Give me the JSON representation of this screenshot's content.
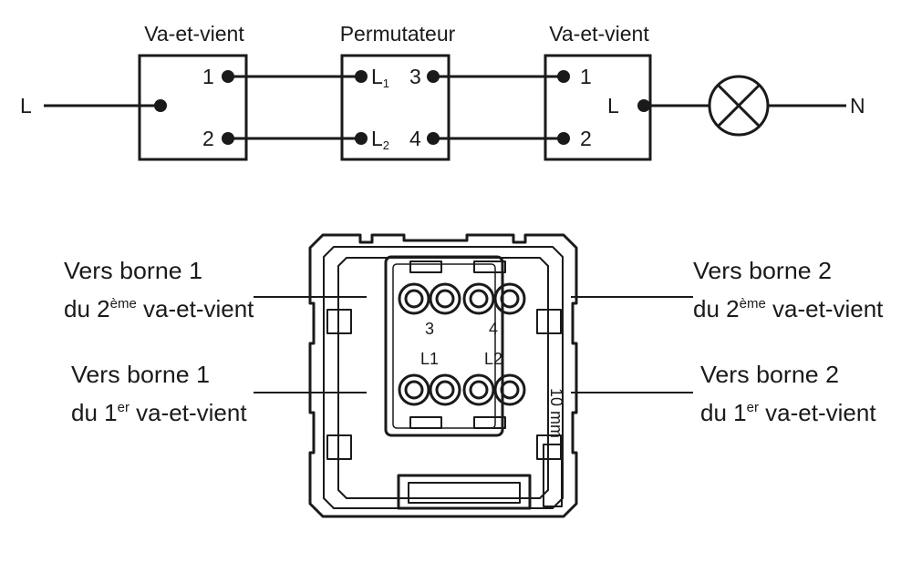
{
  "schematic": {
    "switch1": {
      "title": "Va-et-vient",
      "term1": "1",
      "term2": "2"
    },
    "permutator": {
      "title": "Permutateur",
      "in1_main": "L",
      "in1_sub": "1",
      "in2_main": "L",
      "in2_sub": "2",
      "out3": "3",
      "out4": "4"
    },
    "switch2": {
      "title": "Va-et-vient",
      "term1": "1",
      "term2": "2",
      "common": "L"
    },
    "line_label": "L",
    "neutral_label": "N"
  },
  "module": {
    "terminal_top_left": "3",
    "terminal_top_right": "4",
    "terminal_bottom_left": "L1",
    "terminal_bottom_right": "L2",
    "strip_length": "10 mm"
  },
  "callouts": {
    "top_left": {
      "line1": "Vers borne 1",
      "line2_pre": "du 2",
      "line2_sup": "ème",
      "line2_post": " va-et-vient"
    },
    "bottom_left": {
      "line1": "Vers borne 1",
      "line2_pre": "du 1",
      "line2_sup": "er",
      "line2_post": " va-et-vient"
    },
    "top_right": {
      "line1": "Vers borne 2",
      "line2_pre": "du 2",
      "line2_sup": "ème",
      "line2_post": " va-et-vient"
    },
    "bottom_right": {
      "line1": "Vers borne 2",
      "line2_pre": "du 1",
      "line2_sup": "er",
      "line2_post": " va-et-vient"
    }
  }
}
